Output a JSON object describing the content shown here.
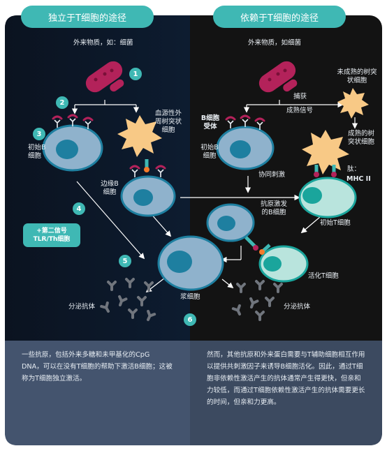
{
  "headers": {
    "left": "独立于T细胞的途径",
    "right": "依赖于T细胞的途径"
  },
  "labels": {
    "antigen_left": "外来物质，如：细菌",
    "antigen_right": "外来物质，如细菌",
    "dendritic_left": "血源性外\n周树突状\n细胞",
    "naive_b_left": "初始B\n细胞",
    "marginal_b": "边缘B\n细胞",
    "signal_box_1": "+第二信号",
    "signal_box_2": "TLR/Th细胞",
    "plasma_cell": "浆细胞",
    "secrete_left": "分泌抗体",
    "secrete_right": "分泌抗体",
    "bcr": "B细胞\n受体",
    "naive_b_right": "初始B\n细胞",
    "capture": "捕获",
    "maturation": "成熟信号",
    "immature_dc": "未成熟的树突\n状细胞",
    "mature_dc": "成熟的树\n突状细胞",
    "costim": "协同刺激",
    "mhc_line1": "肽：",
    "mhc_line2": "MHC II",
    "antigen_b": "抗原激发\n的B细胞",
    "naive_t": "初始T细胞",
    "activated_t": "活化T细胞"
  },
  "badges": [
    "1",
    "2",
    "3",
    "4",
    "5",
    "6"
  ],
  "texts": {
    "left": "一些抗原，包括外来多糖和未甲基化的CpG DNA，可以在没有T细胞的帮助下激活B细胞；这被称为T细胞独立激活。",
    "right": "然而，其他抗原和外来蛋白需要与T辅助细胞相互作用以提供共刺激因子来诱导B细胞活化。因此，通过T细胞非依赖性激活产生的抗体通常产生得更快，但亲和力较低，而通过T细胞依赖性激活产生的抗体需要更长的时间，但亲和力更高。"
  },
  "colors": {
    "header_teal": "#3fb8b4",
    "left_bg": "#0b1320",
    "right_bg": "#131313",
    "b_cell": "#8fb2cc",
    "b_nucleus": "#1e7fa0",
    "t_cell": "#b9e4dd",
    "t_nucleus": "#1aa59c",
    "bacteria": "#b3225a",
    "dendritic": "#f8c986",
    "antibody": "#70757d",
    "text_panel": "#44546e"
  }
}
